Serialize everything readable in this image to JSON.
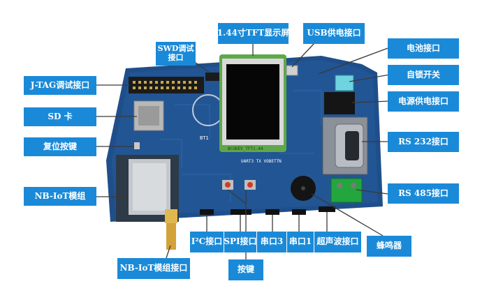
{
  "labels": {
    "tft": "1.44寸TFT显示屏",
    "usb": "USB供电接口",
    "swd_line1": "SWD调试",
    "swd_line2": "接口",
    "battery": "电池接口",
    "jtag": "J-TAG调试接口",
    "selflock": "自锁开关",
    "power": "电源供电接口",
    "sd": "SD  卡",
    "rs232": "RS 232接口",
    "reset": "复位按键",
    "nbiot": "NB-IoT模组",
    "rs485": "RS 485接口",
    "i2c": "I²C接口",
    "spi": "SPI接口",
    "uart3": "串口3",
    "uart1": "串口1",
    "ultrasonic": "超声波接口",
    "buzzer": "蜂鸣器",
    "nbiot_ant": "NB-IoT模组接口",
    "key": "按键"
  },
  "board_text": {
    "bt": "BT1",
    "module": "BCODEV_TFT1.44",
    "uart": "UART3  TX  VOBETTN"
  },
  "colors": {
    "label_bg": "#1a8ad8",
    "board": "#1f4f8a",
    "line": "#3a3a3a"
  }
}
